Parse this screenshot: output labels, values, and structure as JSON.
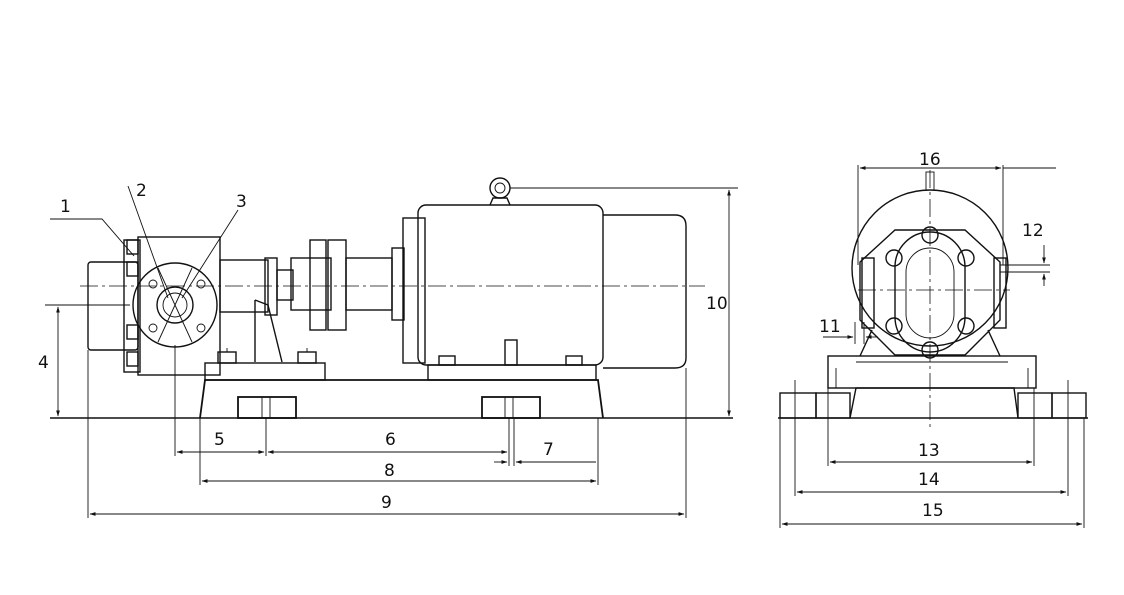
{
  "drawing": {
    "ink_color": "#111111",
    "background": "#ffffff",
    "front_view": {
      "leaders": [
        {
          "id": "leader-1",
          "label": "1"
        },
        {
          "id": "leader-2",
          "label": "2"
        },
        {
          "id": "leader-3",
          "label": "3"
        }
      ],
      "dimensions": [
        {
          "id": "dim-4",
          "label": "4"
        },
        {
          "id": "dim-5",
          "label": "5"
        },
        {
          "id": "dim-6",
          "label": "6"
        },
        {
          "id": "dim-7",
          "label": "7"
        },
        {
          "id": "dim-8",
          "label": "8"
        },
        {
          "id": "dim-9",
          "label": "9"
        },
        {
          "id": "dim-10",
          "label": "10"
        }
      ]
    },
    "side_view": {
      "dimensions": [
        {
          "id": "dim-11",
          "label": "11"
        },
        {
          "id": "dim-12",
          "label": "12"
        },
        {
          "id": "dim-13",
          "label": "13"
        },
        {
          "id": "dim-14",
          "label": "14"
        },
        {
          "id": "dim-15",
          "label": "15"
        },
        {
          "id": "dim-16",
          "label": "16"
        }
      ]
    }
  }
}
